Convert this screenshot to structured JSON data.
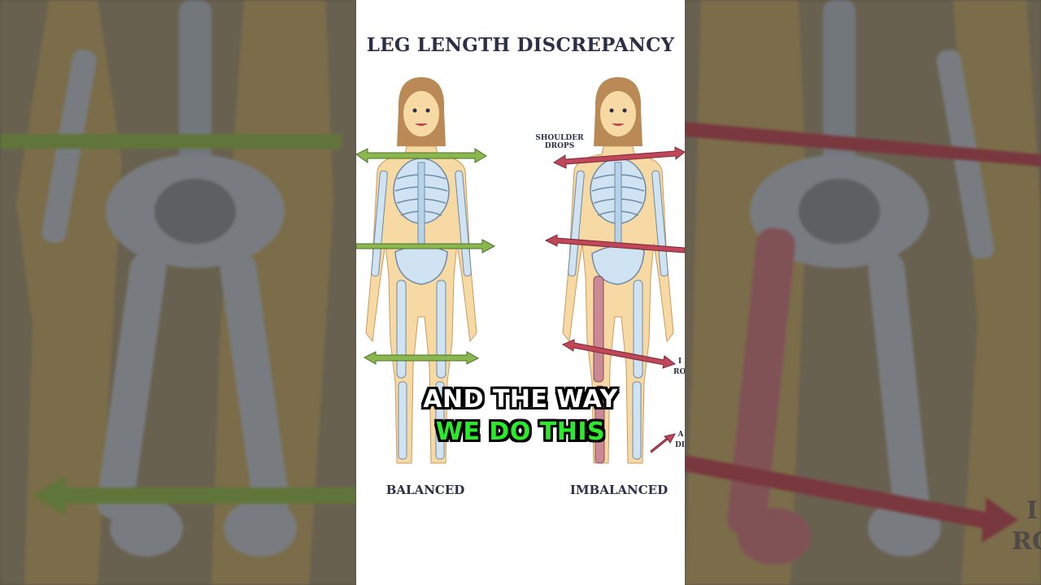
{
  "title": "LEG LENGTH DISCREPANCY",
  "figures": {
    "left_label": "BALANCED",
    "right_label": "IMBALANCED",
    "shoulder_label_line1": "SHOULDER",
    "shoulder_label_line2": "DROPS",
    "partial_label_knee_1": "I",
    "partial_label_knee_2": "RO",
    "partial_label_ankle_1": "A",
    "partial_label_ankle_2": "DI"
  },
  "background": {
    "partial_label_1": "I",
    "partial_label_2": "RO"
  },
  "caption": {
    "line1": "AND THE WAY",
    "line2": "WE DO THIS"
  },
  "colors": {
    "balanced_arrow": "#8ab84f",
    "imbalanced_arrow": "#c0475a",
    "title": "#2d2f46",
    "caption_highlight": "#2bea2b"
  }
}
